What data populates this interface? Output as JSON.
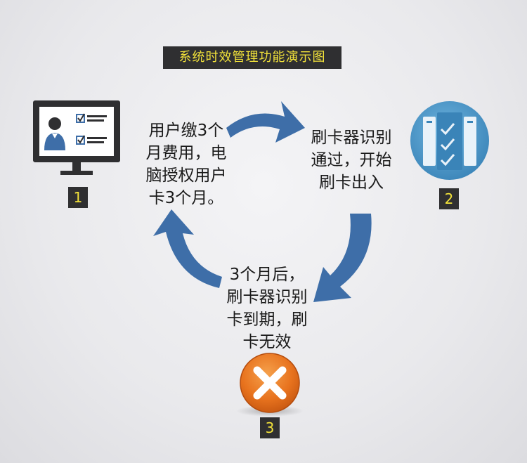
{
  "title": "系统时效管理功能演示图",
  "steps": [
    {
      "number": "1",
      "text": "用户缴3个\n月费用，电\n脑授权用户\n卡3个月。"
    },
    {
      "number": "2",
      "text": "刷卡器识别\n通过，开始\n刷卡出入"
    },
    {
      "number": "3",
      "text": "3个月后，\n刷卡器识别\n卡到期，刷\n卡无效"
    }
  ],
  "colors": {
    "arrow": "#3e6ea8",
    "title_bg": "#2f2f31",
    "title_text": "#f2e23a",
    "icon_blue": "#4a97c9",
    "cancel_orange": "#e8731e"
  },
  "icons": [
    "monitor-user-checklist-icon",
    "server-checklist-icon",
    "cancel-x-icon"
  ]
}
